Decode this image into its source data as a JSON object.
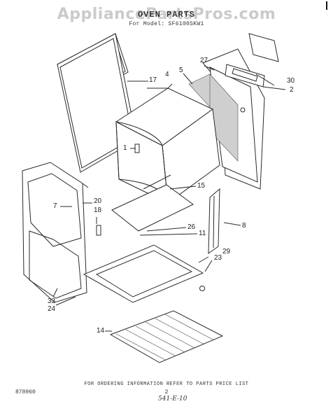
{
  "watermark": "AppliancePartsPros.com",
  "header": {
    "title": "OVEN PARTS",
    "model_line": "For Model: SF6100SKW1"
  },
  "callouts": [
    "1",
    "2",
    "4",
    "5",
    "7",
    "8",
    "11",
    "14",
    "15",
    "17",
    "18",
    "20",
    "23",
    "24",
    "26",
    "27",
    "29",
    "30",
    "33"
  ],
  "footer": {
    "note": "FOR ORDERING INFORMATION REFER TO PARTS PRICE LIST",
    "page": "2",
    "doc_id": "878960",
    "handwritten": "541-E-10"
  }
}
